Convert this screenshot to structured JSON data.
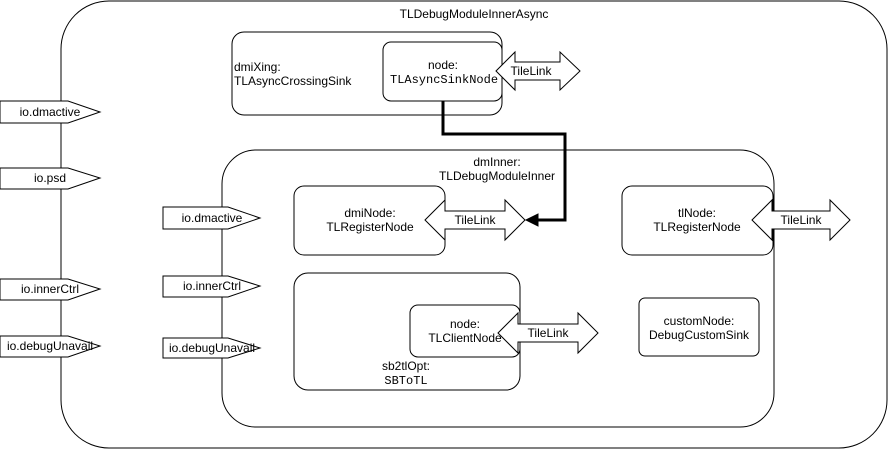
{
  "outer": {
    "title": "TLDebugModuleInnerAsync"
  },
  "outer_ports": [
    {
      "label": "io.dmactive"
    },
    {
      "label": "io.psd"
    },
    {
      "label": "io.innerCtrl"
    },
    {
      "label": "io.debugUnavail"
    }
  ],
  "dmi_xing": {
    "label_line1": "dmiXing:",
    "label_line2": "TLAsyncCrossingSink",
    "node_line1": "node:",
    "node_line2": "TLAsyncSinkNode",
    "tilelink": "TileLink"
  },
  "dm_inner": {
    "label_line1": "dmInner:",
    "label_line2": "TLDebugModuleInner",
    "ports": [
      {
        "label": "io.dmactive"
      },
      {
        "label": "io.innerCtrl"
      },
      {
        "label": "io.debugUnavail"
      }
    ],
    "dmi_node": {
      "line1": "dmiNode:",
      "line2": "TLRegisterNode",
      "tilelink": "TileLink"
    },
    "tl_node": {
      "line1": "tlNode:",
      "line2": "TLRegisterNode",
      "tilelink": "TileLink"
    },
    "sb2tl": {
      "label_line1": "sb2tlOpt:",
      "label_line2": "SBToTL",
      "node_line1": "node:",
      "node_line2": "TLClientNode",
      "tilelink": "TileLink"
    },
    "custom_node": {
      "line1": "customNode:",
      "line2": "DebugCustomSink"
    }
  }
}
